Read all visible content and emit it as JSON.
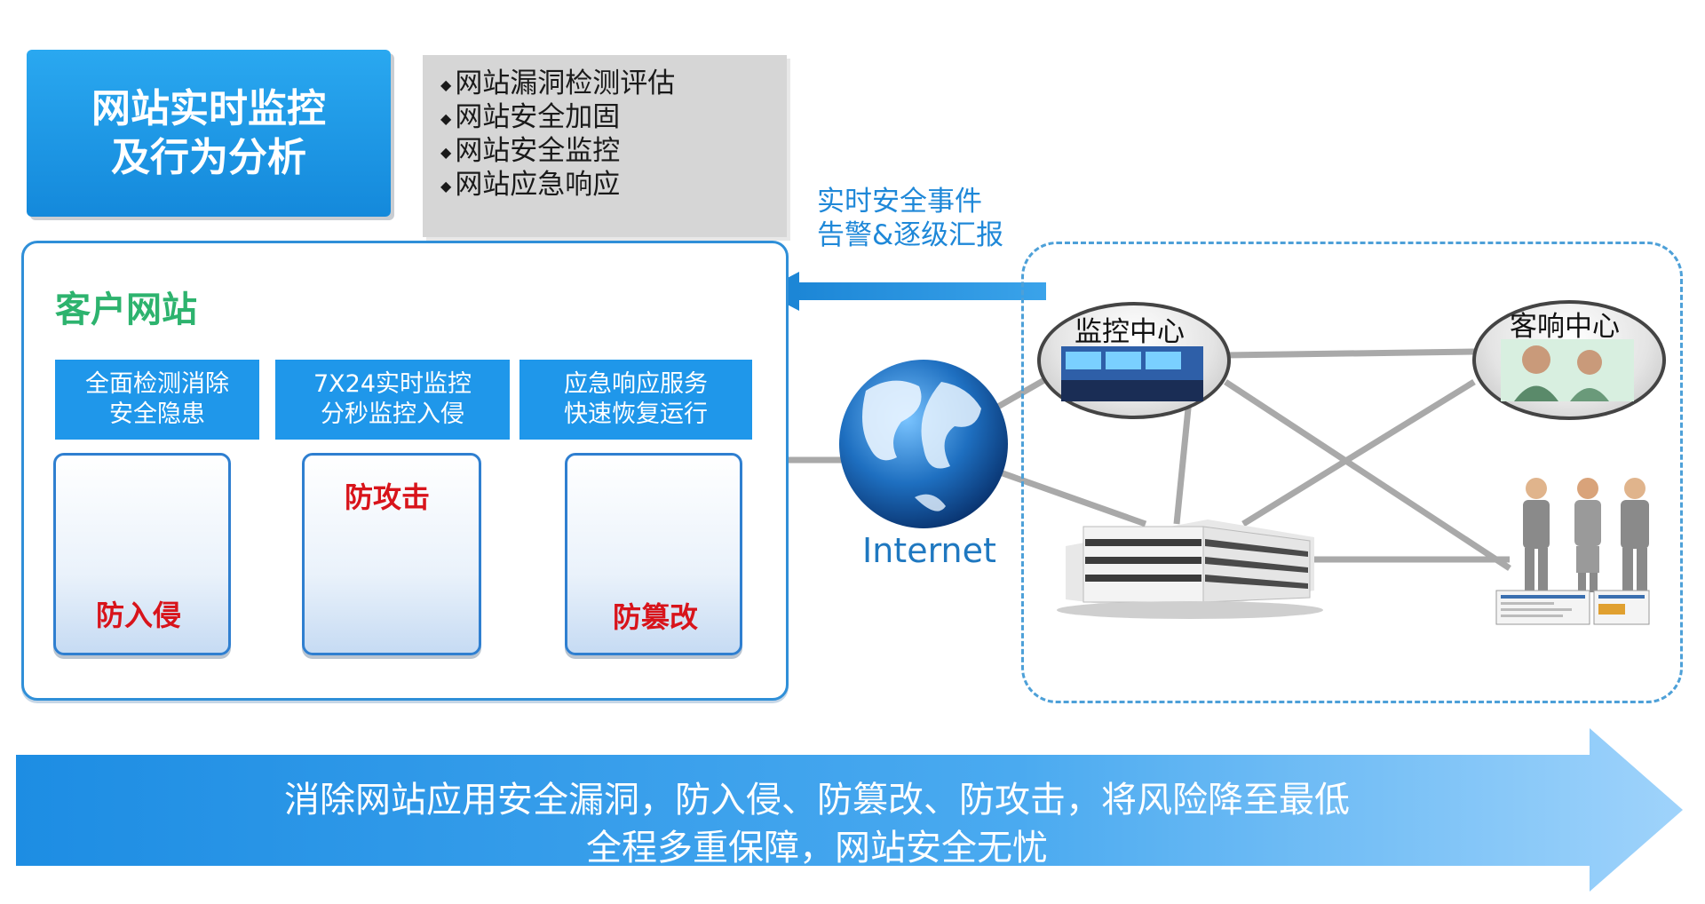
{
  "title": {
    "line1": "网站实时监控",
    "line2": "及行为分析"
  },
  "services": [
    "网站漏洞检测评估",
    "网站安全加固",
    "网站安全监控",
    "网站应急响应"
  ],
  "client": {
    "title": "客户网站",
    "features": [
      {
        "line1": "全面检测消除",
        "line2": "安全隐患"
      },
      {
        "line1": "7X24实时监控",
        "line2": "分秒监控入侵"
      },
      {
        "line1": "应急响应服务",
        "line2": "快速恢复运行"
      }
    ],
    "cards": [
      {
        "label": "防入侵",
        "icon": "intruder-drill-icon"
      },
      {
        "label": "防攻击",
        "icon": "sword-shield-icon"
      },
      {
        "label": "防篡改",
        "icon": "gears-agent-icon"
      }
    ]
  },
  "alert": {
    "line1": "实时安全事件",
    "line2": "告警&逐级汇报"
  },
  "internet": {
    "label": "Internet"
  },
  "monitor": {
    "center_label": "监控中心",
    "customer_label": "客响中心"
  },
  "banner": {
    "line1": "消除网站应用安全漏洞，防入侵、防篡改、防攻击，将风险降至最低",
    "line2": "全程多重保障，网站安全无忧"
  },
  "colors": {
    "accent": "#1f97ea",
    "green_title": "#2db36e",
    "red_label": "#d8141b"
  }
}
